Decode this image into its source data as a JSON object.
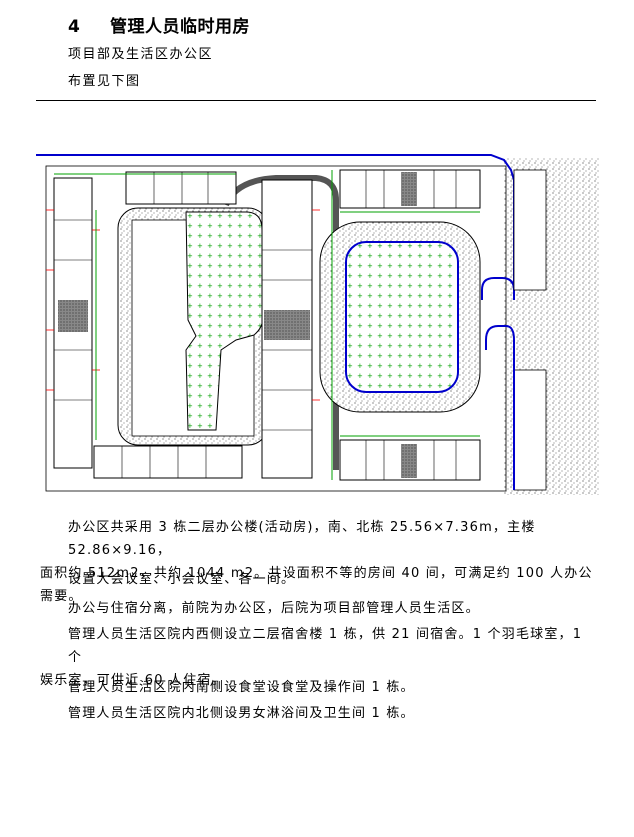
{
  "heading": {
    "number": "4",
    "title": "管理人员临时用房"
  },
  "subtitle_1": "项目部及生活区办公区",
  "subtitle_2": "布置见下图",
  "body": {
    "p1_line1": "办公区共采用 3 栋二层办公楼(活动房)，南、北栋 25.56×7.36m，主楼 52.86×9.16，",
    "p1_line2": "面积约 512m2，共约 1044 m2。共设面积不等的房间 40 间，可满足约 100 人办公需要。",
    "p2": "设置大会议室、小会议室、各一间。",
    "p3": "办公与住宿分离，前院为办公区，后院为项目部管理人员生活区。",
    "p4_line1": "管理人员生活区院内西侧设立二层宿舍楼 1 栋，供 21 间宿舍。1 个羽毛球室，1 个",
    "p4_line2": "娱乐室，可供近 60 人住宿。",
    "p5": "管理人员生活区院内南侧设食堂设食堂及操作间 1 栋。",
    "p6": "管理人员生活区院内北侧设男女淋浴间及卫生间 1 栋。"
  },
  "plan": {
    "colors": {
      "wall": "#0000cc",
      "grass": "#00a000",
      "room": "#000000",
      "dim": "#ff0000",
      "gravel": "#555555"
    }
  }
}
